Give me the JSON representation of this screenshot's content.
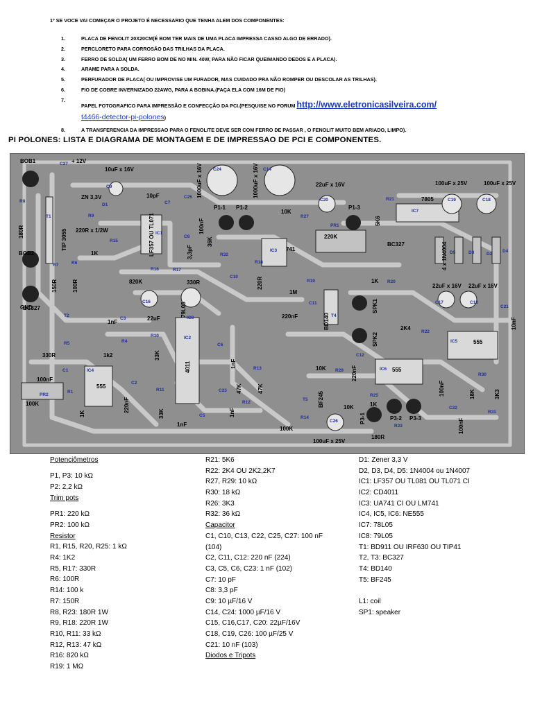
{
  "intro": "1º SE VOCE VAI COMEÇAR O PROJETO É NECESSARIO QUE TENHA ALEM DOS COMPONENTES:",
  "steps": [
    {
      "num": "1.",
      "text": "PLACA DE FENOLIT 20X20CM(É BOM TER MAIS DE UMA PLACA IMPRESSA CASSO ALGO DE ERRADO)."
    },
    {
      "num": "2.",
      "text": "PERCLORETO PARA CORROSÃO DAS TRILHAS DA PLACA."
    },
    {
      "num": "3.",
      "text": "FERRO DE SOLDA( UM FERRO BOM DE NO MIN. 40W, PARA NÃO FICAR QUEIMANDO DEDOS E A PLACA)."
    },
    {
      "num": "4.",
      "text": "ARAME PARA A SOLDA."
    },
    {
      "num": "5.",
      "text": "PERFURADOR DE PLACA( OU IMPROVISE UM FURADOR, MAS CUIDADO PRA NÃO ROMPER OU DESCOLAR AS TRILHAS)."
    },
    {
      "num": "6.",
      "text": "FIO DE COBRE INVERNIZADO 22AWG, PARA A BOBINA.(FAÇA ELA COM 16M DE FIO)"
    },
    {
      "num": "7.",
      "text": "PAPEL FOTOGRAFICO PARA IMPRESSÃO E CONFECÇÃO DA PCI.(PESQUISE NO FORUM ",
      "link1": "http://www.eletronicasilveira.com/",
      "link2": "t4466-detector-pi-polones",
      "tail": ")"
    },
    {
      "num": "8.",
      "text": "A TRANSFERENCIA DA IMPRESSAO PARA O FENOLITE DEVE SER COM FERRO DE PASSAR , O FENOLIT MUITO BEM ARIADO, LIMPO)."
    }
  ],
  "section_title": "PI POLONES: LISTA E DIAGRAMA DE MONTAGEM E DE IMPRESSAO DE PCI E COMPONENTES.",
  "pcb": {
    "labels": [
      {
        "t": "BOB1",
        "c": "pcb-label"
      },
      {
        "t": "C27",
        "c": "pcb-label ref"
      },
      {
        "t": "+ 12V",
        "c": "pcb-label"
      },
      {
        "t": "10uF x 16V",
        "c": "pcb-label"
      },
      {
        "t": "C24",
        "c": "pcb-label ref"
      },
      {
        "t": "1000uF x 16V",
        "c": "pcb-label"
      },
      {
        "t": "C14",
        "c": "pcb-label ref"
      },
      {
        "t": "1000uF x 16V",
        "c": "pcb-label"
      },
      {
        "t": "22uF x 16V",
        "c": "pcb-label"
      },
      {
        "t": "100uF x 25V",
        "c": "pcb-label"
      },
      {
        "t": "100uF x 25V",
        "c": "pcb-label"
      },
      {
        "t": "7805",
        "c": "pcb-label"
      },
      {
        "t": "C9",
        "c": "pcb-label ref"
      },
      {
        "t": "ZN 3,3V",
        "c": "pcb-label"
      },
      {
        "t": "D1",
        "c": "pcb-label ref"
      },
      {
        "t": "10pF",
        "c": "pcb-label"
      },
      {
        "t": "C7",
        "c": "pcb-label ref"
      },
      {
        "t": "C25",
        "c": "pcb-label ref"
      },
      {
        "t": "C20",
        "c": "pcb-label ref"
      },
      {
        "t": "R21",
        "c": "pcb-label ref"
      },
      {
        "t": "IC7",
        "c": "pcb-label ref"
      },
      {
        "t": "C19",
        "c": "pcb-label ref"
      },
      {
        "t": "C18",
        "c": "pcb-label ref"
      },
      {
        "t": "R8",
        "c": "pcb-label ref"
      },
      {
        "t": "T1",
        "c": "pcb-label ref"
      },
      {
        "t": "TIP 3055",
        "c": "pcb-label"
      },
      {
        "t": "R9",
        "c": "pcb-label ref"
      },
      {
        "t": "220R x 1/2W",
        "c": "pcb-label"
      },
      {
        "t": "IC1",
        "c": "pcb-label ref"
      },
      {
        "t": "LF357 OU TL071",
        "c": "pcb-label"
      },
      {
        "t": "100nF",
        "c": "pcb-label"
      },
      {
        "t": "P1-1",
        "c": "pcb-label"
      },
      {
        "t": "P1-2",
        "c": "pcb-label"
      },
      {
        "t": "10K",
        "c": "pcb-label"
      },
      {
        "t": "P1-3",
        "c": "pcb-label"
      },
      {
        "t": "5K6",
        "c": "pcb-label"
      },
      {
        "t": "180R",
        "c": "pcb-label"
      },
      {
        "t": "R15",
        "c": "pcb-label ref"
      },
      {
        "t": "1K",
        "c": "pcb-label"
      },
      {
        "t": "C8",
        "c": "pcb-label ref"
      },
      {
        "t": "3,3pF",
        "c": "pcb-label"
      },
      {
        "t": "36K",
        "c": "pcb-label"
      },
      {
        "t": "R32",
        "c": "pcb-label ref"
      },
      {
        "t": "R27",
        "c": "pcb-label ref"
      },
      {
        "t": "PR1",
        "c": "pcb-label ref"
      },
      {
        "t": "220K",
        "c": "pcb-label"
      },
      {
        "t": "IC3",
        "c": "pcb-label ref"
      },
      {
        "t": "741",
        "c": "pcb-label"
      },
      {
        "t": "BC327",
        "c": "pcb-label"
      },
      {
        "t": "4 x 1N4004",
        "c": "pcb-label"
      },
      {
        "t": "D5",
        "c": "pcb-label ref"
      },
      {
        "t": "D3",
        "c": "pcb-label ref"
      },
      {
        "t": "D2",
        "c": "pcb-label ref"
      },
      {
        "t": "D4",
        "c": "pcb-label ref"
      },
      {
        "t": "BOB2",
        "c": "pcb-label"
      },
      {
        "t": "R7",
        "c": "pcb-label ref"
      },
      {
        "t": "R6",
        "c": "pcb-label ref"
      },
      {
        "t": "150R",
        "c": "pcb-label"
      },
      {
        "t": "100R",
        "c": "pcb-label"
      },
      {
        "t": "R16",
        "c": "pcb-label ref"
      },
      {
        "t": "820K",
        "c": "pcb-label"
      },
      {
        "t": "R17",
        "c": "pcb-label ref"
      },
      {
        "t": "330R",
        "c": "pcb-label"
      },
      {
        "t": "R18",
        "c": "pcb-label ref"
      },
      {
        "t": "220R",
        "c": "pcb-label"
      },
      {
        "t": "C10",
        "c": "pcb-label ref"
      },
      {
        "t": "R19",
        "c": "pcb-label ref"
      },
      {
        "t": "1M",
        "c": "pcb-label"
      },
      {
        "t": "1K",
        "c": "pcb-label"
      },
      {
        "t": "R20",
        "c": "pcb-label ref"
      },
      {
        "t": "22uF x 16V",
        "c": "pcb-label"
      },
      {
        "t": "22uF x 16V",
        "c": "pcb-label"
      },
      {
        "t": "GND",
        "c": "pcb-label"
      },
      {
        "t": "BC327",
        "c": "pcb-label"
      },
      {
        "t": "T2",
        "c": "pcb-label ref"
      },
      {
        "t": "C16",
        "c": "pcb-label ref"
      },
      {
        "t": "22uF",
        "c": "pcb-label"
      },
      {
        "t": "79L05",
        "c": "pcb-label"
      },
      {
        "t": "C11",
        "c": "pcb-label ref"
      },
      {
        "t": "220nF",
        "c": "pcb-label"
      },
      {
        "t": "T4",
        "c": "pcb-label ref"
      },
      {
        "t": "BD140",
        "c": "pcb-label"
      },
      {
        "t": "SPK1",
        "c": "pcb-label"
      },
      {
        "t": "C17",
        "c": "pcb-label ref"
      },
      {
        "t": "C13",
        "c": "pcb-label ref"
      },
      {
        "t": "C21",
        "c": "pcb-label ref"
      },
      {
        "t": "1nF",
        "c": "pcb-label"
      },
      {
        "t": "C3",
        "c": "pcb-label ref"
      },
      {
        "t": "IC8",
        "c": "pcb-label ref"
      },
      {
        "t": "2K4",
        "c": "pcb-label"
      },
      {
        "t": "R22",
        "c": "pcb-label ref"
      },
      {
        "t": "SPK2",
        "c": "pcb-label"
      },
      {
        "t": "IC5",
        "c": "pcb-label ref"
      },
      {
        "t": "555",
        "c": "pcb-label"
      },
      {
        "t": "10nF",
        "c": "pcb-label"
      },
      {
        "t": "R5",
        "c": "pcb-label ref"
      },
      {
        "t": "R4",
        "c": "pcb-label ref"
      },
      {
        "t": "330R",
        "c": "pcb-label"
      },
      {
        "t": "1k2",
        "c": "pcb-label"
      },
      {
        "t": "R10",
        "c": "pcb-label ref"
      },
      {
        "t": "33K",
        "c": "pcb-label"
      },
      {
        "t": "IC2",
        "c": "pcb-label ref"
      },
      {
        "t": "4011",
        "c": "pcb-label"
      },
      {
        "t": "C6",
        "c": "pcb-label ref"
      },
      {
        "t": "1nF",
        "c": "pcb-label"
      },
      {
        "t": "C12",
        "c": "pcb-label ref"
      },
      {
        "t": "IC6",
        "c": "pcb-label ref"
      },
      {
        "t": "555",
        "c": "pcb-label"
      },
      {
        "t": "C1",
        "c": "pcb-label ref"
      },
      {
        "t": "100nF",
        "c": "pcb-label"
      },
      {
        "t": "IC4",
        "c": "pcb-label ref"
      },
      {
        "t": "555",
        "c": "pcb-label"
      },
      {
        "t": "R13",
        "c": "pcb-label ref"
      },
      {
        "t": "47K",
        "c": "pcb-label"
      },
      {
        "t": "47K",
        "c": "pcb-label"
      },
      {
        "t": "R12",
        "c": "pcb-label ref"
      },
      {
        "t": "10K",
        "c": "pcb-label"
      },
      {
        "t": "R29",
        "c": "pcb-label ref"
      },
      {
        "t": "220nF",
        "c": "pcb-label"
      },
      {
        "t": "100nF",
        "c": "pcb-label"
      },
      {
        "t": "R30",
        "c": "pcb-label ref"
      },
      {
        "t": "18K",
        "c": "pcb-label"
      },
      {
        "t": "3K3",
        "c": "pcb-label"
      },
      {
        "t": "R1",
        "c": "pcb-label ref"
      },
      {
        "t": "PR2",
        "c": "pcb-label ref"
      },
      {
        "t": "100K",
        "c": "pcb-label"
      },
      {
        "t": "1K",
        "c": "pcb-label"
      },
      {
        "t": "C2",
        "c": "pcb-label ref"
      },
      {
        "t": "220nF",
        "c": "pcb-label"
      },
      {
        "t": "R11",
        "c": "pcb-label ref"
      },
      {
        "t": "33K",
        "c": "pcb-label"
      },
      {
        "t": "C23",
        "c": "pcb-label ref"
      },
      {
        "t": "1nF",
        "c": "pcb-label"
      },
      {
        "t": "T5",
        "c": "pcb-label ref"
      },
      {
        "t": "BF245",
        "c": "pcb-label"
      },
      {
        "t": "R25",
        "c": "pcb-label ref"
      },
      {
        "t": "1K",
        "c": "pcb-label"
      },
      {
        "t": "10K",
        "c": "pcb-label"
      },
      {
        "t": "C22",
        "c": "pcb-label ref"
      },
      {
        "t": "R31",
        "c": "pcb-label ref"
      },
      {
        "t": "C5",
        "c": "pcb-label ref"
      },
      {
        "t": "1nF",
        "c": "pcb-label"
      },
      {
        "t": "R14",
        "c": "pcb-label ref"
      },
      {
        "t": "100K",
        "c": "pcb-label"
      },
      {
        "t": "C26",
        "c": "pcb-label ref"
      },
      {
        "t": "P3-1",
        "c": "pcb-label"
      },
      {
        "t": "P3-2",
        "c": "pcb-label"
      },
      {
        "t": "P3-3",
        "c": "pcb-label"
      },
      {
        "t": "R23",
        "c": "pcb-label ref"
      },
      {
        "t": "180R",
        "c": "pcb-label"
      },
      {
        "t": "100uF x 25V",
        "c": "pcb-label"
      },
      {
        "t": "100nF",
        "c": "pcb-label"
      }
    ]
  },
  "parts": {
    "col1": [
      {
        "t": "Potenciômetros",
        "h": true
      },
      {
        "gap": true
      },
      {
        "t": "P1, P3: 10 kΩ"
      },
      {
        "t": "P2: 2,2 kΩ"
      },
      {
        "t": "Trim pots",
        "h": true
      },
      {
        "gap": true
      },
      {
        "t": "PR1: 220 kΩ"
      },
      {
        "t": "PR2: 100 kΩ"
      },
      {
        "t": "Resistor",
        "h": true
      },
      {
        "t": "R1, R15, R20, R25: 1 kΩ"
      },
      {
        "t": "R4: 1K2"
      },
      {
        "t": "R5, R17: 330R"
      },
      {
        "t": "R6: 100R"
      },
      {
        "t": "R14: 100 k"
      },
      {
        "t": "R7: 150R"
      },
      {
        "t": "R8, R23: 180R 1W"
      },
      {
        "t": "R9, R18: 220R 1W"
      },
      {
        "t": "R10, R11: 33 kΩ"
      },
      {
        "t": "R12, R13: 47 kΩ"
      },
      {
        "t": "R16: 820 kΩ"
      },
      {
        "t": "R19: 1 MΩ"
      }
    ],
    "col2": [
      {
        "t": "R21: 5K6"
      },
      {
        "t": "R22: 2K4 OU 2K2,2K7"
      },
      {
        "t": "R27, R29: 10 kΩ"
      },
      {
        "t": "R30: 18 kΩ"
      },
      {
        "t": "R26: 3K3"
      },
      {
        "t": "R32: 36 kΩ"
      },
      {
        "t": "Capacitor",
        "h": true
      },
      {
        "t": "C1, C10, C13, C22, C25, C27: 100 nF"
      },
      {
        "t": "(104)"
      },
      {
        "t": "C2, C11, C12: 220 nF (224)"
      },
      {
        "t": "C3, C5, C6, C23: 1 nF (102)"
      },
      {
        "t": "C7: 10 pF"
      },
      {
        "t": "C8: 3,3 pF"
      },
      {
        "t": "C9: 10 µF/16 V"
      },
      {
        "t": "C14, C24: 1000 µF/16 V"
      },
      {
        "t": "C15, C16,C17, C20: 22µF/16V"
      },
      {
        "t": "C18, C19, C26: 100 µF/25 V"
      },
      {
        "t": "C21: 10 nF (103)"
      },
      {
        "t": "Diodos e Tripots",
        "h": true
      }
    ],
    "col3": [
      {
        "t": "D1: Zener 3,3 V"
      },
      {
        "t": "D2, D3, D4, D5: 1N4004 ou 1N4007"
      },
      {
        "t": "IC1: LF357 OU TL081 OU TL071 CI"
      },
      {
        "t": "IC2: CD4011"
      },
      {
        "t": "IC3: UA741 CI OU LM741"
      },
      {
        "t": "IC4, IC5, IC6: NE555"
      },
      {
        "t": "IC7: 78L05"
      },
      {
        "t": "IC8: 79L05"
      },
      {
        "t": "T1: BD911 OU IRF630 OU TIP41"
      },
      {
        "t": "T2, T3: BC327"
      },
      {
        "t": "T4: BD140"
      },
      {
        "t": "T5: BF245"
      },
      {
        "gap": true
      },
      {
        "gap": true
      },
      {
        "t": "L1: coil"
      },
      {
        "t": "SP1: speaker"
      }
    ]
  }
}
